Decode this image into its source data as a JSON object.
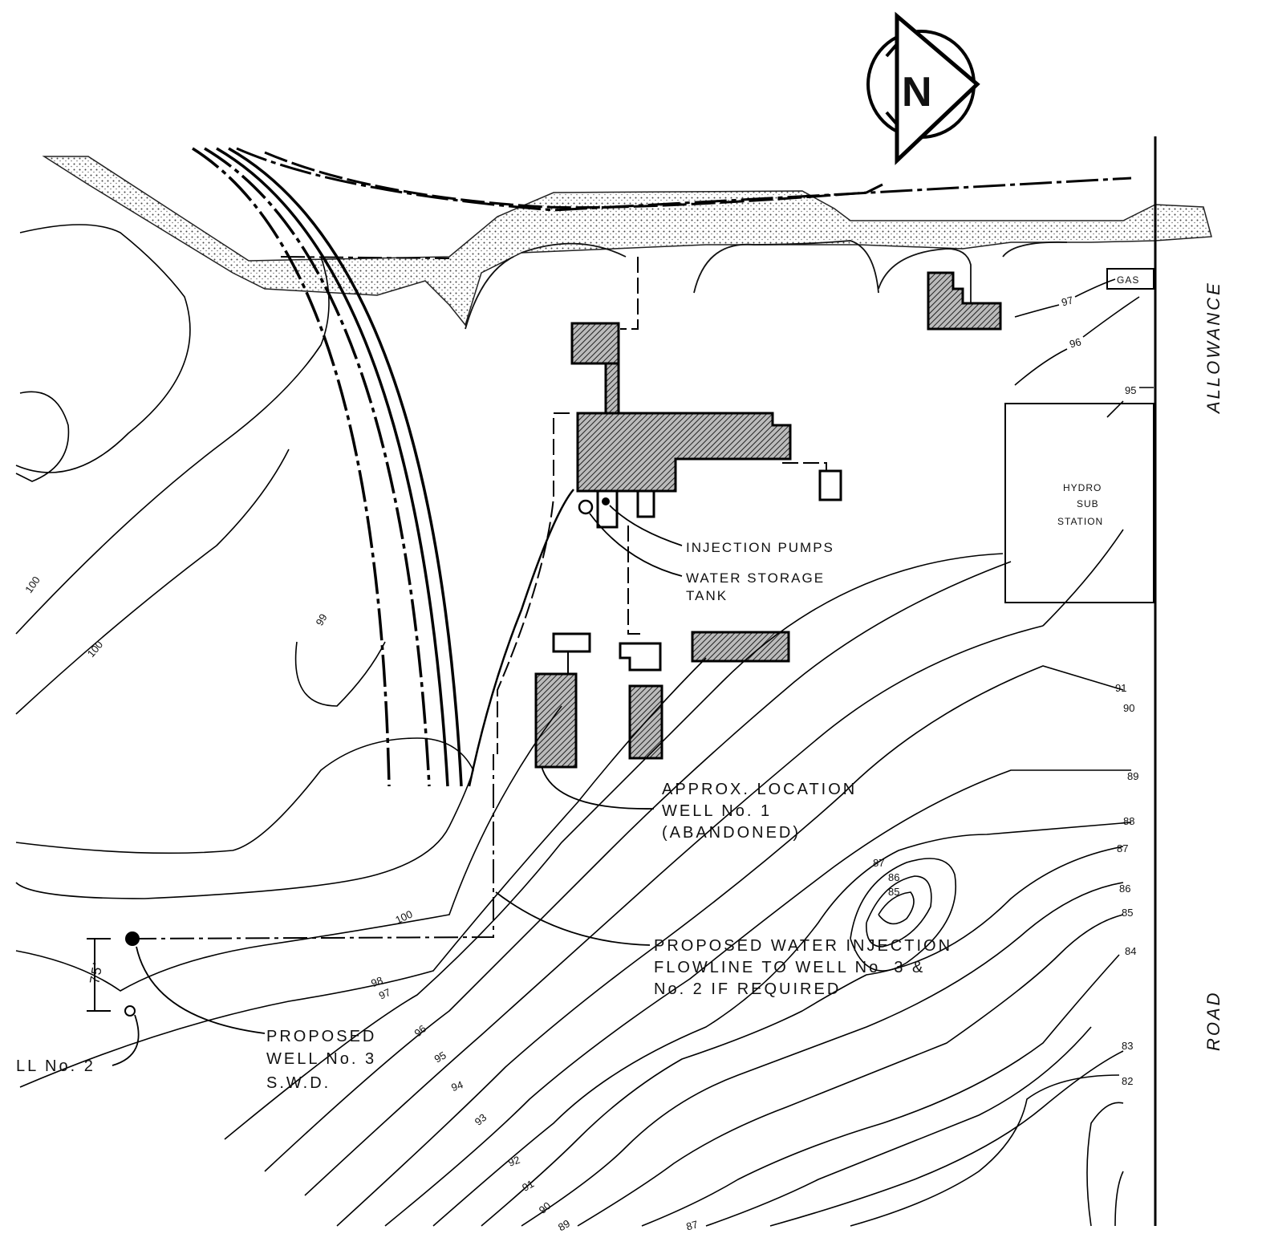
{
  "north_arrow": {
    "letter": "N"
  },
  "labels": {
    "gas": "GAS",
    "hydro_line1": "HYDRO",
    "hydro_line2": "SUB",
    "hydro_line3": "STATION",
    "injection_pumps": "INJECTION PUMPS",
    "water_storage_line1": "WATER STORAGE",
    "water_storage_line2": "TANK",
    "well1_line1": "APPROX. LOCATION",
    "well1_line2": "WELL No. 1",
    "well1_line3": "(ABANDONED)",
    "flowline_line1": "PROPOSED WATER INJECTION",
    "flowline_line2": "FLOWLINE TO WELL No. 3 &",
    "flowline_line3": "No. 2 IF REQUIRED",
    "well3_line1": "PROPOSED",
    "well3_line2": "WELL No. 3",
    "well3_line3": "S.W.D.",
    "well2": "LL No. 2",
    "offset": "75'",
    "road_allowance": "ALLOWANCE",
    "road": "ROAD"
  },
  "contour_labels": {
    "c97": "97",
    "c96": "96",
    "c95": "95",
    "c100a": "100",
    "c100b": "100",
    "c100c": "100",
    "c99": "99",
    "c91": "91",
    "c90": "90",
    "c89": "89",
    "c88": "88",
    "c87r": "87",
    "c86r": "86",
    "c85r": "85",
    "c84r": "84",
    "c83": "83",
    "c82": "82",
    "c87h": "87",
    "c86h": "86",
    "c85h": "85",
    "c98": "98",
    "c97l": "97",
    "c96l": "96",
    "c95l": "95",
    "c94l": "94",
    "c93": "93",
    "c92": "92",
    "c91l": "91",
    "c90l": "90",
    "c89l": "89",
    "c87b": "87"
  }
}
